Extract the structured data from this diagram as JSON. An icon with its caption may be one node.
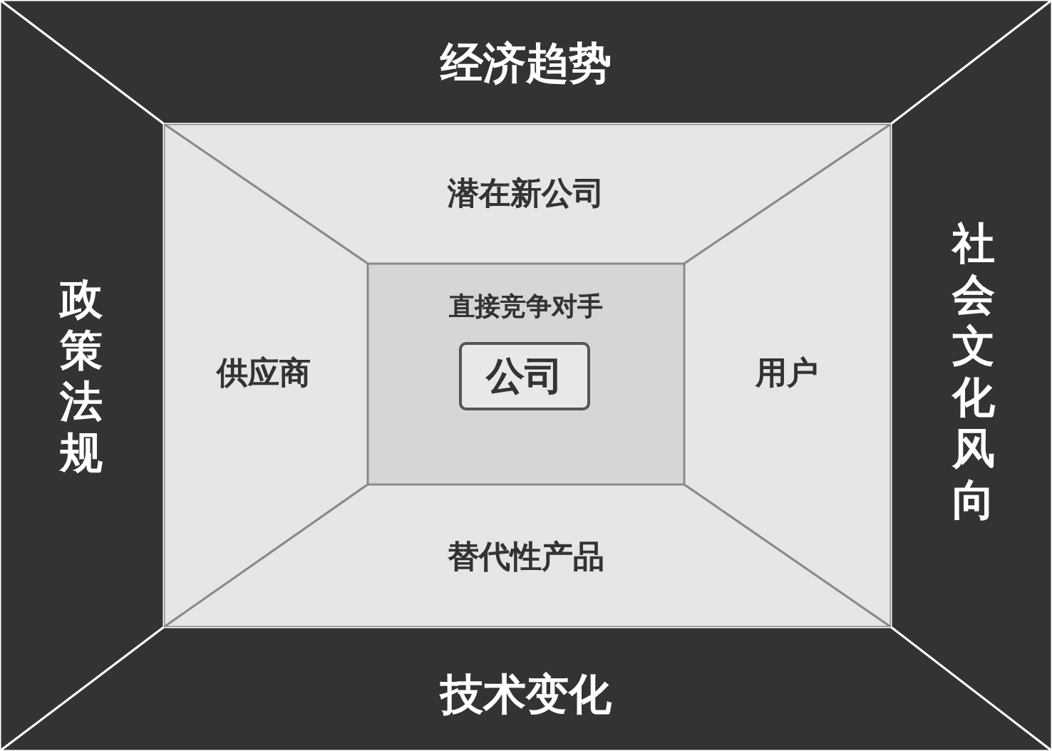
{
  "diagram": {
    "nodes": [
      {
        "text": [
          "经济趋势"
        ]
      },
      {
        "text": [
          "政策法规"
        ]
      },
      {
        "text": [
          "潜在新公司"
        ]
      },
      {
        "text": [
          "供应商"
        ]
      },
      {
        "text": [
          "直接竞争对手"
        ]
      },
      {
        "text": [
          "公司"
        ],
        "in": 4
      },
      {
        "text": [
          "用户"
        ]
      },
      {
        "text": [
          "社会文化风向"
        ]
      },
      {
        "text": [
          "替代性产品"
        ]
      },
      {
        "text": [
          "技术变化"
        ]
      }
    ]
  }
}
